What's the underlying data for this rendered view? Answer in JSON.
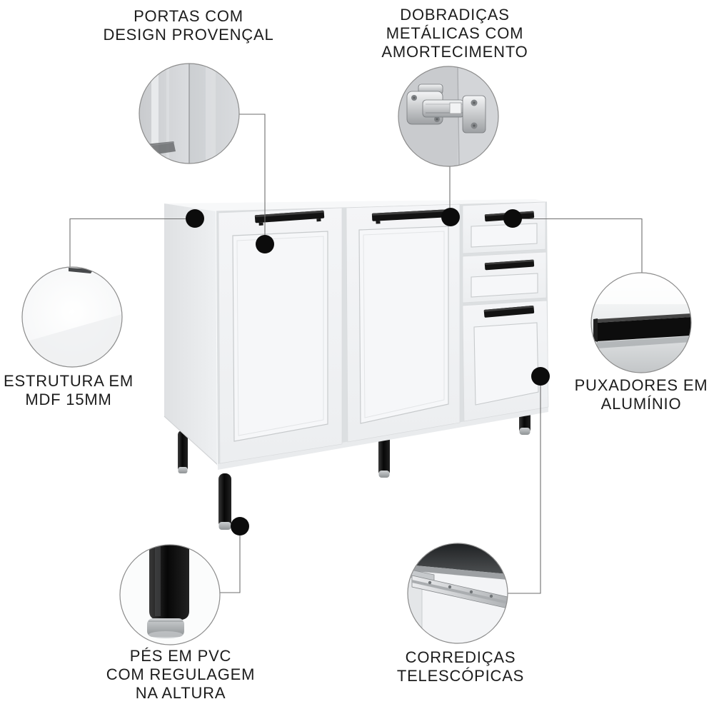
{
  "page": {
    "type": "product-feature-infographic",
    "product": "kitchen base cabinet",
    "colors": {
      "background": "#ffffff",
      "text": "#1c1c1c",
      "connector_line": "#6e6e6e",
      "callout_dot": "#0c0c0c",
      "cabinet_body": "#f2f3f5",
      "hardware_black": "#131313",
      "foot_silver": "#b7babd"
    }
  },
  "callouts": [
    {
      "id": "doors",
      "label": "PORTAS COM\nDESIGN PROVENÇAL",
      "inset": "door-front-closeup"
    },
    {
      "id": "hinges",
      "label": "DOBRADIÇAS\nMETÁLICAS COM\nAMORTECIMENTO",
      "inset": "hinge-closeup"
    },
    {
      "id": "structure",
      "label": "ESTRUTURA EM\nMDF 15MM",
      "inset": "mdf-panel-closeup"
    },
    {
      "id": "handles",
      "label": "PUXADORES EM\nALUMÍNIO",
      "inset": "handle-closeup"
    },
    {
      "id": "feet",
      "label": "PÉS EM PVC\nCOM REGULAGEM\nNA ALTURA",
      "inset": "leg-foot-closeup"
    },
    {
      "id": "slides",
      "label": "CORREDIÇAS\nTELESCÓPICAS",
      "inset": "drawer-slide-closeup"
    }
  ]
}
